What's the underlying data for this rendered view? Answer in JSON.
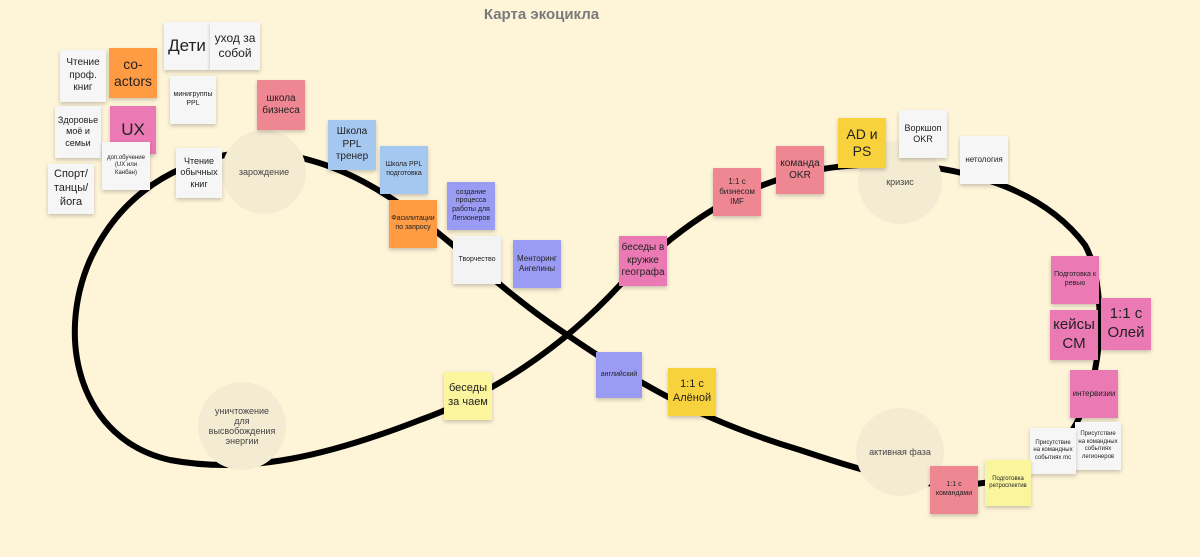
{
  "title": "Карта экоцикла",
  "colors": {
    "background": "#fef5d9",
    "loop": "#000000",
    "phase_circle": "#f4ecd2"
  },
  "phases": {
    "birth": "зарождение",
    "crisis": "кризис",
    "active": "активная фаза",
    "destruction": "уничтожение для высвобождения энергии"
  },
  "notes": {
    "reading_prof": "Чтение проф. книг",
    "co_actors": "co-actors",
    "kids": "Дети",
    "self_care": "уход за собой",
    "health": "Здоровье моё и семьи",
    "ux": "UX",
    "minigroups": "минигруппы PPL",
    "business_school": "школа бизнеса",
    "sport": "Спорт/ танцы/ йога",
    "extra_edu": "доп.обучение (UX или Канбан)",
    "reading_ordinary": "Чтение обычных книг",
    "ppl_trainer": "Школа PPL тренер",
    "ppl_prep": "Школа PPL подготовка",
    "legionnaires_process": "создание процесса работы для Легионеров",
    "facilitation": "Фасилитации по запросу",
    "creativity": "Творчество",
    "mentoring": "Менторинг Ангелины",
    "english": "английский",
    "one_on_one_alena": "1:1 с Алёной",
    "tea_talks": "беседы за чаем",
    "geographer_talks": "беседы в кружке географа",
    "imf_business": "1:1 с бизнесом IMF",
    "okr_team": "команда OKR",
    "ad_ps": "AD и PS",
    "okr_workshop": "Воркшоп OKR",
    "netology": "нетология",
    "review_prep": "Подготовка к ревью",
    "one_on_one_olya": "1:1 с Олей",
    "cm_cases": "кейсы CM",
    "interviews": "интервизии",
    "legion_events": "Присутствие на командных событиях легионеров",
    "mc_events": "Присутствие на командных событиях mc",
    "retro_prep": "Подготовка ретроспектив",
    "teams_one_on_one": "1:1 с командами"
  }
}
